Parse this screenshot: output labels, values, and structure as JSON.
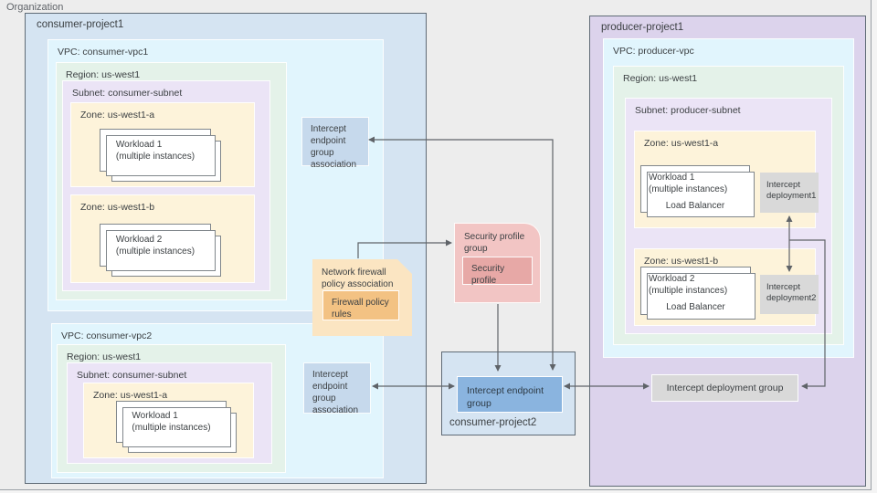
{
  "organization": {
    "label": "Organization"
  },
  "palette": {
    "org_bg": "#ededed",
    "consumer_project_bg": "#d5e4f2",
    "producer_project_bg": "#dcd3ec",
    "vpc_bg": "#e1f5fd",
    "region_bg": "#e4f2e9",
    "subnet_bg": "#ebe4f6",
    "zone_bg": "#fdf3da",
    "association_bg": "#c6d9ec",
    "firewall_bg": "#fbe5c2",
    "firewall_rules_bg": "#f3c283",
    "security_group_bg": "#f2c5c4",
    "security_profile_bg": "#e7a8a6",
    "endpoint_group_bg": "#8ab4df",
    "deployment_bg": "#d9d9d9",
    "connector": "#5f6368"
  },
  "consumer_project1": {
    "title": "consumer-project1",
    "vpc1": {
      "title": "VPC: consumer-vpc1",
      "region": {
        "title": "Region: us-west1"
      },
      "subnet": {
        "title": "Subnet: consumer-subnet"
      },
      "zone_a": {
        "title": "Zone: us-west1-a"
      },
      "workload1": {
        "line1": "Workload 1",
        "line2": "(multiple instances)"
      },
      "zone_b": {
        "title": "Zone: us-west1-b"
      },
      "workload2": {
        "line1": "Workload 2",
        "line2": "(multiple instances)"
      }
    },
    "assoc1": {
      "label": "Intercept endpoint group association"
    },
    "vpc2": {
      "title": "VPC: consumer-vpc2",
      "region": {
        "title": "Region: us-west1"
      },
      "subnet": {
        "title": "Subnet: consumer-subnet"
      },
      "zone_a": {
        "title": "Zone: us-west1-a"
      },
      "workload1": {
        "line1": "Workload 1",
        "line2": "(multiple instances)"
      }
    },
    "assoc2": {
      "label": "Intercept endpoint group association"
    },
    "firewall": {
      "title": "Network firewall policy association",
      "rules": "Firewall policy rules"
    }
  },
  "security": {
    "title": "Security profile group",
    "profile": "Security profile"
  },
  "consumer_project2": {
    "title": "consumer-project2",
    "endpoint_group": "Intercept endpoint group"
  },
  "producer_project1": {
    "title": "producer-project1",
    "vpc": {
      "title": "VPC: producer-vpc"
    },
    "region": {
      "title": "Region: us-west1"
    },
    "subnet": {
      "title": "Subnet: producer-subnet"
    },
    "zone_a": {
      "title": "Zone: us-west1-a"
    },
    "workload1": {
      "line1": "Workload 1",
      "line2": "(multiple instances)",
      "lb": "Load Balancer"
    },
    "deployment1": {
      "label": "Intercept deployment1"
    },
    "zone_b": {
      "title": "Zone: us-west1-b"
    },
    "workload2": {
      "line1": "Workload 2",
      "line2": "(multiple instances)",
      "lb": "Load Balancer"
    },
    "deployment2": {
      "label": "Intercept deployment2"
    },
    "deployment_group": {
      "label": "Intercept deployment group"
    }
  }
}
